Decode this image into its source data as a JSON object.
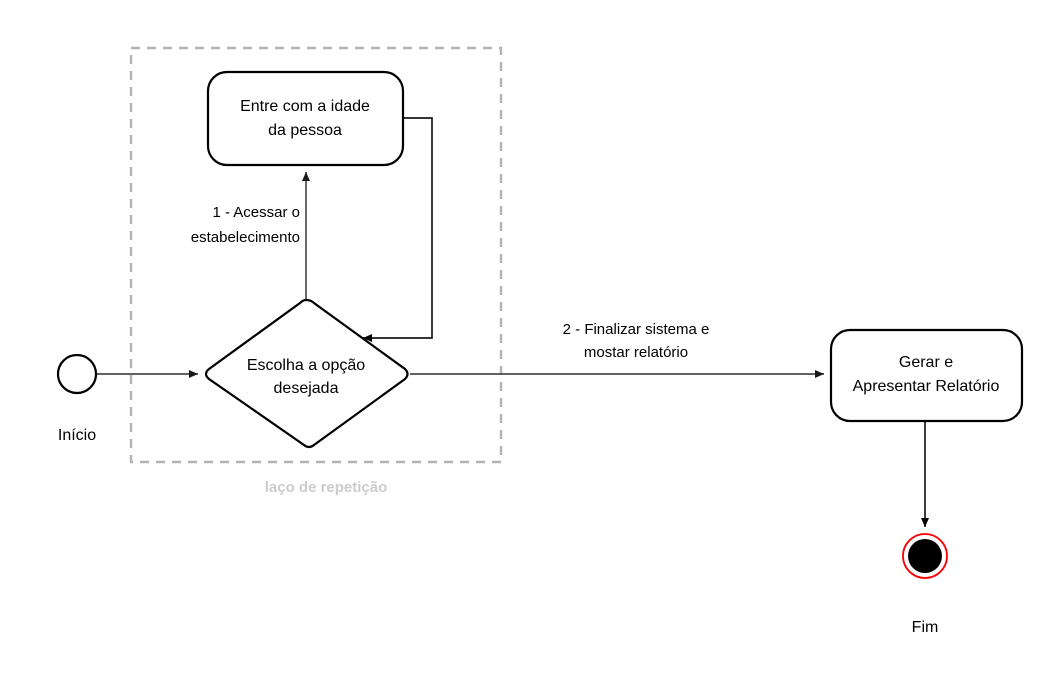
{
  "diagram": {
    "type": "uml-activity-diagram",
    "background_color": "#ffffff",
    "nodes": {
      "start": {
        "shape": "initial-node-circle",
        "label": "Início",
        "fill": "#ffffff",
        "stroke": "#000000"
      },
      "input_age": {
        "shape": "rounded-rectangle",
        "line1": "Entre com a idade",
        "line2": "da pessoa"
      },
      "decision": {
        "shape": "diamond",
        "line1": "Escolha a opção",
        "line2": "desejada"
      },
      "report": {
        "shape": "rounded-rectangle",
        "line1": "Gerar e",
        "line2": "Apresentar Relatório"
      },
      "end": {
        "shape": "final-node-circle",
        "label": "Fim",
        "ring_color": "#ff0000",
        "core_color": "#000000"
      }
    },
    "edges": {
      "start_to_decision": {
        "label": ""
      },
      "decision_to_input": {
        "line1": "1 - Acessar o",
        "line2": "estabelecimento"
      },
      "input_loopback": {
        "label": ""
      },
      "decision_to_report": {
        "line1": "2 - Finalizar sistema e",
        "line2": "mostar relatório"
      },
      "report_to_end": {
        "label": ""
      }
    },
    "group": {
      "label": "laço de repetição",
      "label_color": "#cccccc",
      "border_color": "#b3b3b3",
      "style": "dashed"
    }
  }
}
